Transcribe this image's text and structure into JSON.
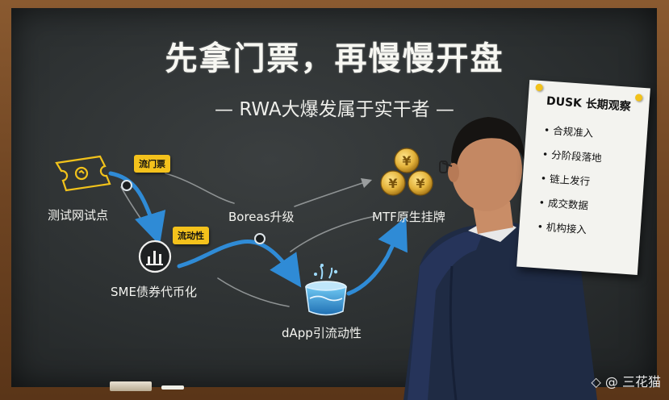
{
  "headline": {
    "title": "先拿门票，再慢慢开盘",
    "subtitle": "— RWA大爆发属于实干者 —"
  },
  "flow": {
    "nodes": [
      {
        "id": "testnet",
        "label": "测试网试点",
        "icon": "ticket-icon"
      },
      {
        "id": "sme",
        "label": "SME债券代币化",
        "icon": "bar-chart-icon"
      },
      {
        "id": "boreas",
        "label": "Boreas升级"
      },
      {
        "id": "dapp",
        "label": "dApp引流动性",
        "icon": "water-bucket-icon"
      },
      {
        "id": "mtf",
        "label": "MTF原生挂牌",
        "icon": "yen-coins-icon"
      }
    ],
    "tags": [
      {
        "label": "流门票"
      },
      {
        "label": "流动性"
      }
    ]
  },
  "note": {
    "title": "DUSK 长期观察",
    "items": [
      "合规准入",
      "分阶段落地",
      "链上发行",
      "成交数据",
      "机构接入"
    ]
  },
  "watermark": "◇ @ 三花猫",
  "colors": {
    "board": "#2e3233",
    "chalk": "#f4f4f0",
    "arrow_blue": "#2f8bd6",
    "tag_yellow": "#f4c21c",
    "coin_gold": "#e3b23a",
    "frame_wood": "#7a4d28"
  }
}
